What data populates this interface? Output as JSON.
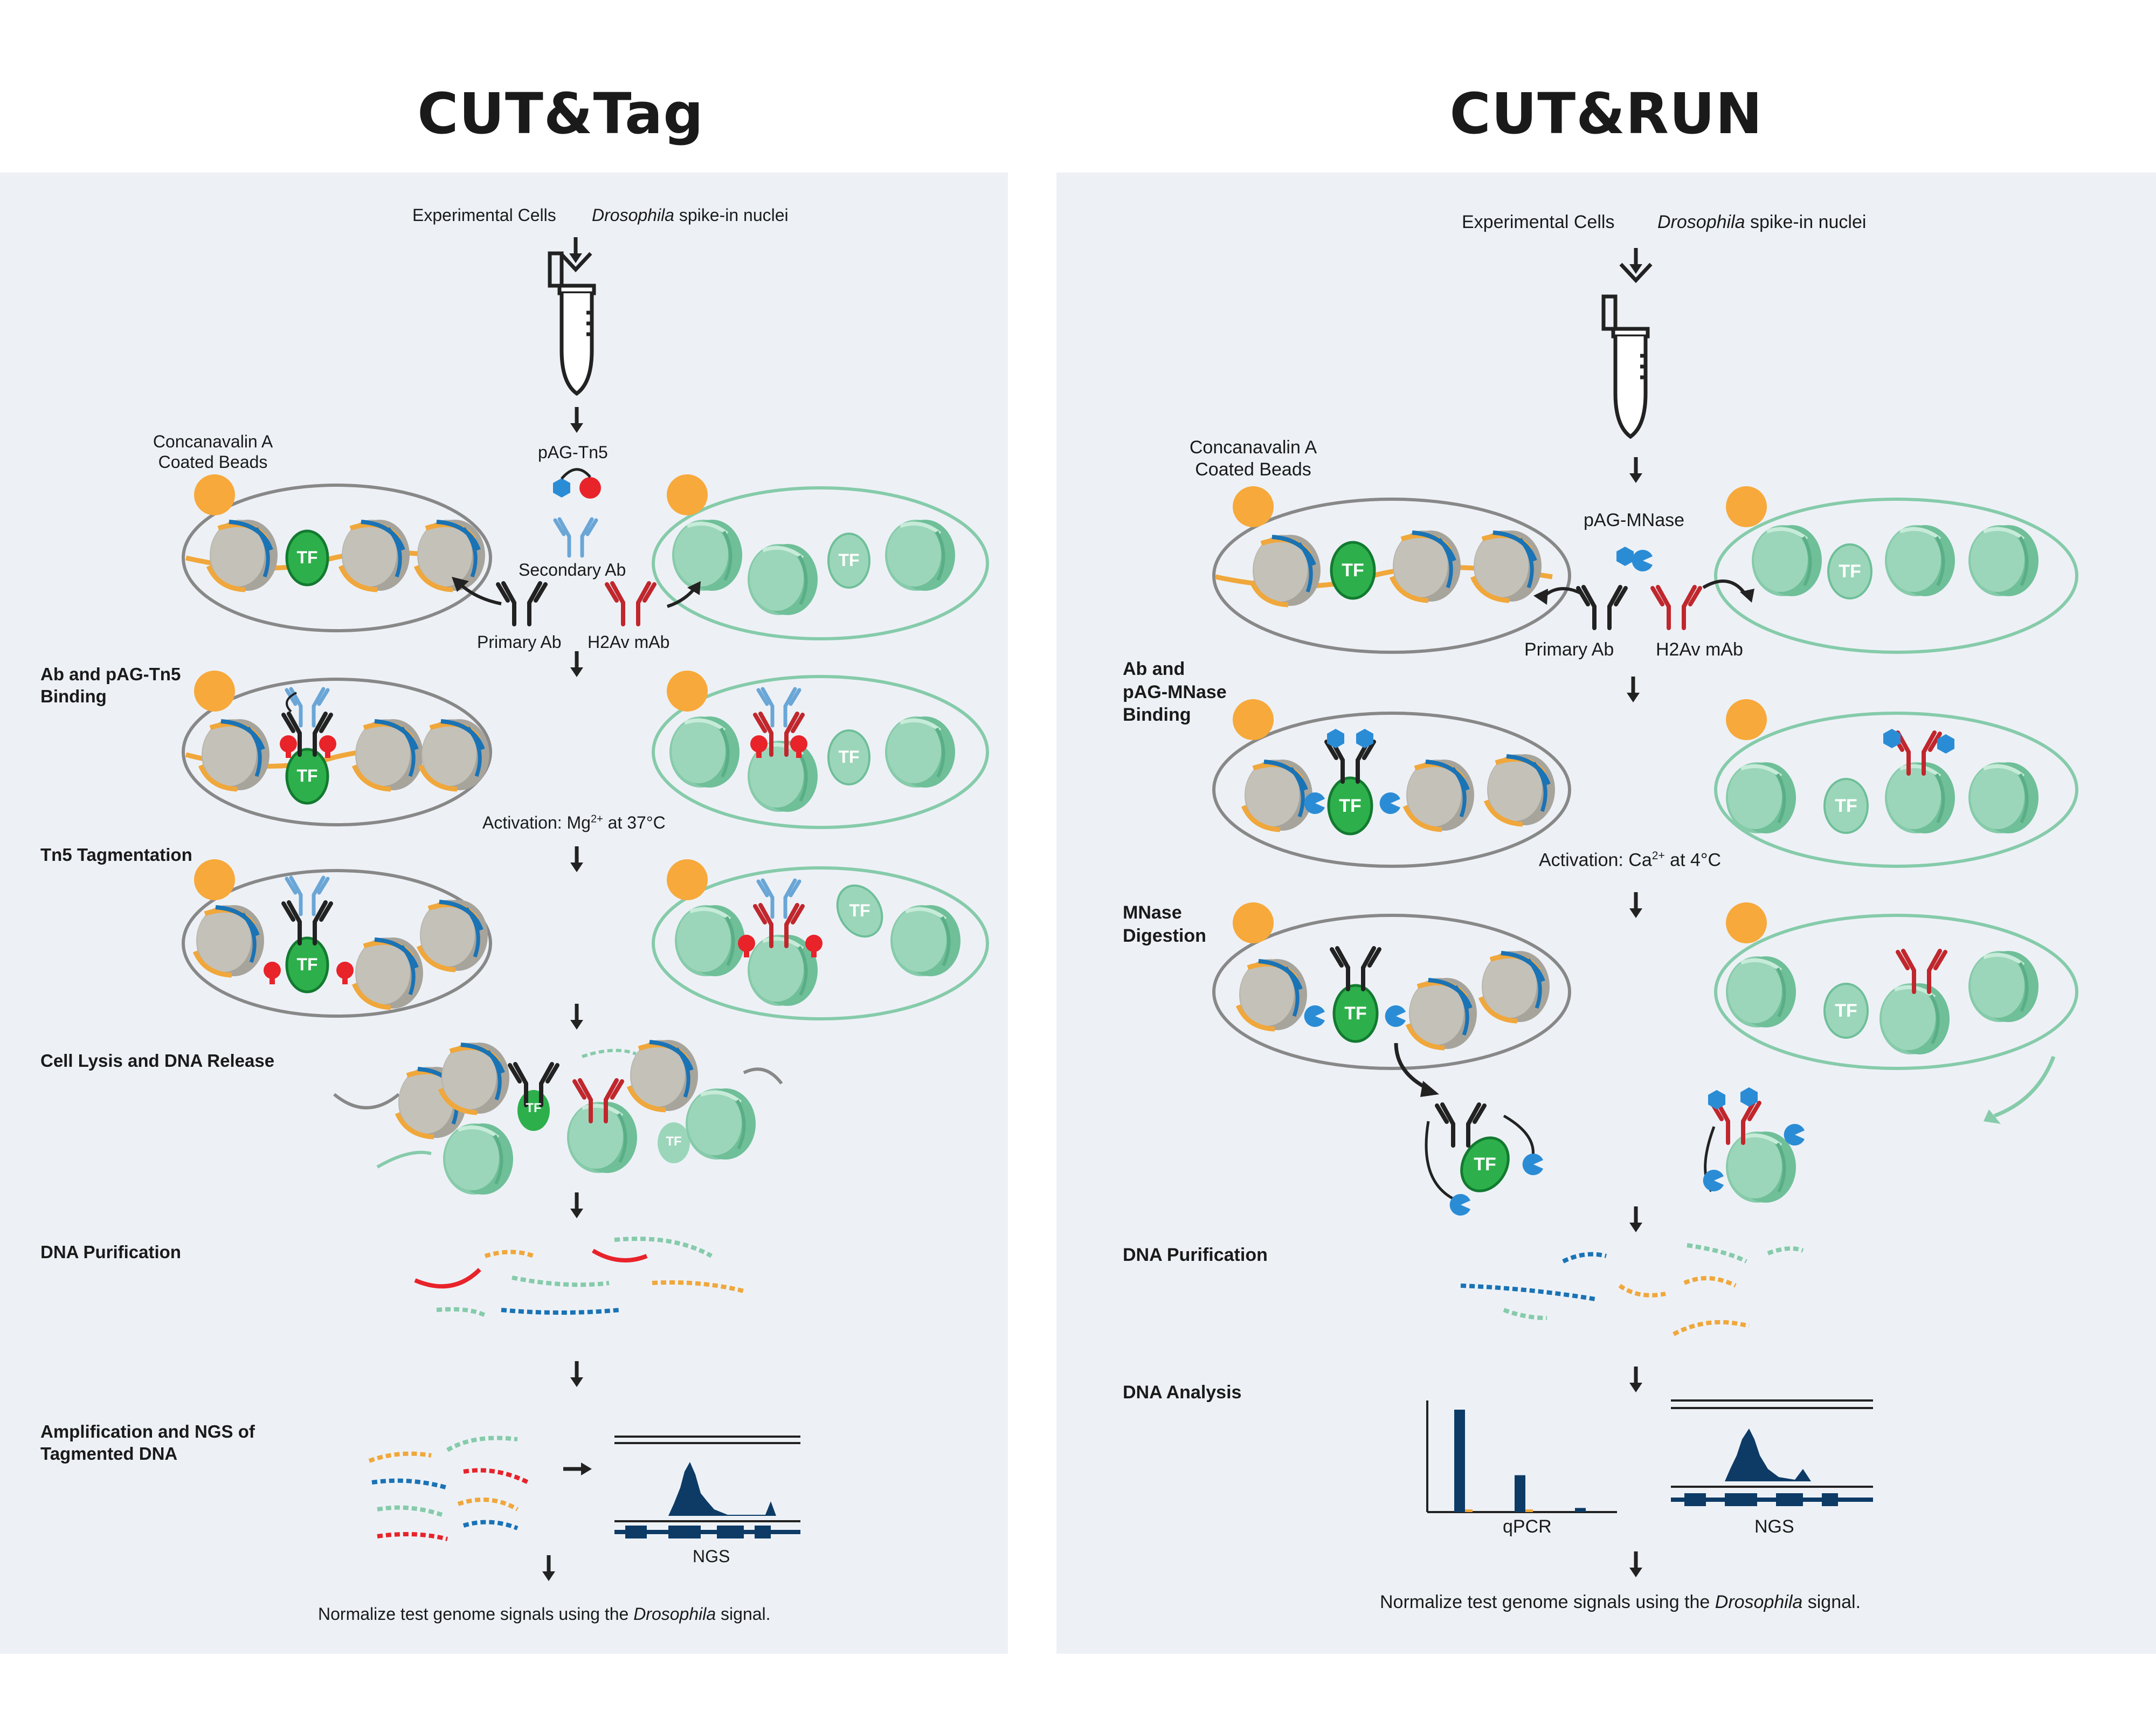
{
  "titles": {
    "cuttag": "CUT&Tag",
    "cutrun": "CUT&RUN"
  },
  "colors": {
    "panel_bg": "#edf1f6",
    "tf_green": "#2db04b",
    "nucleosome_gray": "#b9b6ae",
    "nucleosome_teal": "#86cbaa",
    "bead_orange": "#f7a93b",
    "dna_orange": "#f0a73b",
    "dna_blue": "#1a73b5",
    "h2av_red": "#c0272d",
    "pag_blue": "#2b8cd6",
    "tn5_red": "#e8232a",
    "ngs_navy": "#0d3b66"
  },
  "cuttag": {
    "experimental_cells": "Experimental Cells",
    "spike_in_italic": "Drosophila",
    "spike_in_rest": " spike-in nuclei",
    "beads_line1": "Concanavalin A",
    "beads_line2": "Coated Beads",
    "enzyme": "pAG-Tn5",
    "secondary_ab": "Secondary Ab",
    "primary_ab": "Primary Ab",
    "h2av_mab": "H2Av mAb",
    "tf_label": "TF",
    "step_binding_1": "Ab and pAG-Tn5",
    "step_binding_2": "Binding",
    "activation_pre": "Activation: Mg",
    "activation_sup": "2+",
    "activation_post": " at 37°C",
    "step_tagmentation": "Tn5 Tagmentation",
    "step_lysis": "Cell Lysis and DNA Release",
    "step_purification": "DNA Purification",
    "step_amplification_1": "Amplification and NGS of",
    "step_amplification_2": "Tagmented DNA",
    "ngs_label": "NGS",
    "normalize_pre": "Normalize test genome signals using the ",
    "normalize_italic": "Drosophila",
    "normalize_post": " signal."
  },
  "cutrun": {
    "experimental_cells": "Experimental Cells",
    "spike_in_italic": "Drosophila",
    "spike_in_rest": " spike-in nuclei",
    "beads_line1": "Concanavalin A",
    "beads_line2": "Coated Beads",
    "enzyme": "pAG-MNase",
    "primary_ab": "Primary Ab",
    "h2av_mab": "H2Av mAb",
    "tf_label": "TF",
    "step_binding_1": "Ab and",
    "step_binding_2": "pAG-MNase",
    "step_binding_3": "Binding",
    "activation_pre": "Activation: Ca",
    "activation_sup": "2+",
    "activation_post": " at 4°C",
    "step_digestion_1": "MNase",
    "step_digestion_2": "Digestion",
    "step_purification": "DNA Purification",
    "step_analysis": "DNA Analysis",
    "qpcr_label": "qPCR",
    "qpcr_bars": [
      {
        "main": 1.0,
        "spike": 0.02
      },
      {
        "main": 0.36,
        "spike": 0.02
      },
      {
        "main": 0.04,
        "spike": 0.0
      }
    ],
    "ngs_label": "NGS",
    "normalize_pre": "Normalize test genome signals using the ",
    "normalize_italic": "Drosophila",
    "normalize_post": " signal."
  }
}
